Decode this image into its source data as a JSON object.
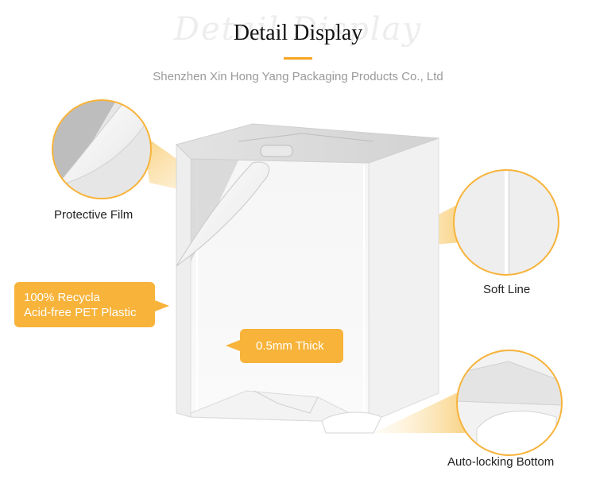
{
  "header": {
    "watermark": "Detail Display",
    "title": "Detail Display",
    "subtitle": "Shenzhen Xin Hong Yang Packaging Products Co., Ltd"
  },
  "features": {
    "protective_film": "Protective Film",
    "soft_line": "Soft Line",
    "auto_locking_bottom": "Auto-locking Bottom",
    "material_line1": "100% Recycla",
    "material_line2": "Acid-free PET Plastic",
    "thickness": "0.5mm Thick"
  },
  "colors": {
    "accent": "#f7b33a",
    "title_underline": "#f5a623"
  }
}
